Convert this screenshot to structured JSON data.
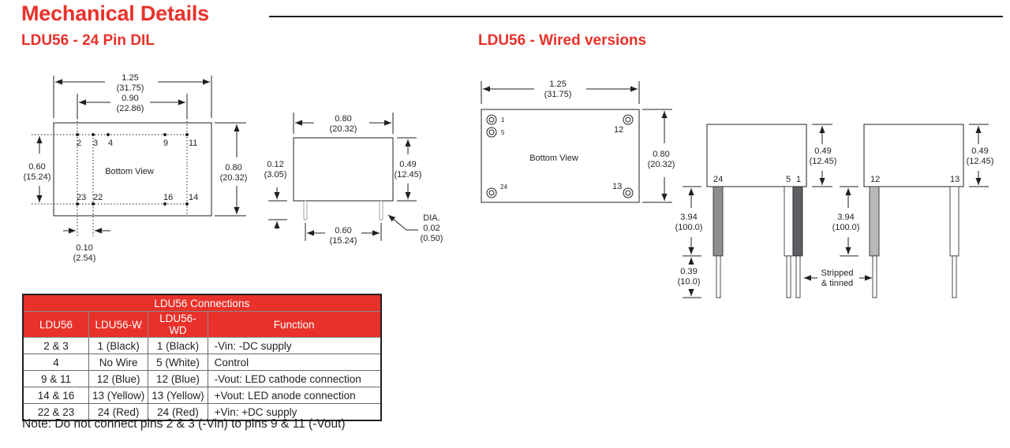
{
  "page": {
    "title": "Mechanical Details",
    "left_section_title": "LDU56 - 24 Pin DIL",
    "right_section_title": "LDU56 - Wired versions"
  },
  "colors": {
    "accent_red": "#e8312a",
    "ink": "#231f20",
    "wire_red": "#8e8e8e",
    "wire_black": "#5f5f63",
    "wire_blue": "#b8b9bb",
    "wire_white": "#ffffff"
  },
  "dil_bottom_view": {
    "label": "Bottom View",
    "overall_width": "1.25",
    "overall_width_mm": "(31.75)",
    "pin_span": "0.90",
    "pin_span_mm": "(22.86)",
    "row_spacing": "0.60",
    "row_spacing_mm": "(15.24)",
    "height": "0.80",
    "height_mm": "(20.32)",
    "pitch": "0.10",
    "pitch_mm": "(2.54)",
    "top_pins": [
      "2",
      "3",
      "4",
      "9",
      "11"
    ],
    "bottom_pins": [
      "23",
      "22",
      "16",
      "14"
    ]
  },
  "dil_side_view": {
    "width": "0.80",
    "width_mm": "(20.32)",
    "body_height": "0.49",
    "body_height_mm": "(12.45)",
    "pin_length": "0.12",
    "pin_length_mm": "(3.05)",
    "pin_spacing": "0.60",
    "pin_spacing_mm": "(15.24)",
    "pin_dia_label": "DIA.",
    "pin_dia": "0.02",
    "pin_dia_mm": "(0.50)"
  },
  "wired_bottom_view": {
    "label": "Bottom View",
    "width": "1.25",
    "width_mm": "(31.75)",
    "height": "0.80",
    "height_mm": "(20.32)",
    "pins": {
      "p1": "1",
      "p5": "5",
      "p12": "12",
      "p13": "13",
      "p24": "24"
    }
  },
  "wired_side_views": {
    "left_pins": {
      "a": "24",
      "b": "5",
      "c": "1"
    },
    "right_pins": {
      "a": "12",
      "b": "13"
    },
    "body_height": "0.49",
    "body_height_mm": "(12.45)",
    "wire_length": "3.94",
    "wire_length_mm": "(100.0)",
    "strip_length": "0.39",
    "strip_length_mm": "(10.0)",
    "strip_label_1": "Stripped",
    "strip_label_2": "& tinned"
  },
  "connections_table": {
    "caption": "LDU56 Connections",
    "headers": [
      "LDU56",
      "LDU56-W",
      "LDU56-WD",
      "Function"
    ],
    "rows": [
      [
        "2 & 3",
        "1 (Black)",
        "1 (Black)",
        "-Vin: -DC supply"
      ],
      [
        "4",
        "No Wire",
        "5 (White)",
        "Control"
      ],
      [
        "9 & 11",
        "12 (Blue)",
        "12 (Blue)",
        "-Vout: LED cathode connection"
      ],
      [
        "14 & 16",
        "13 (Yellow)",
        "13 (Yellow)",
        "+Vout: LED anode connection"
      ],
      [
        "22 & 23",
        "24 (Red)",
        "24 (Red)",
        "+Vin: +DC supply"
      ]
    ]
  },
  "note": "Note: Do not connect pins 2 & 3 (-Vin) to pins 9 & 11 (-Vout)"
}
